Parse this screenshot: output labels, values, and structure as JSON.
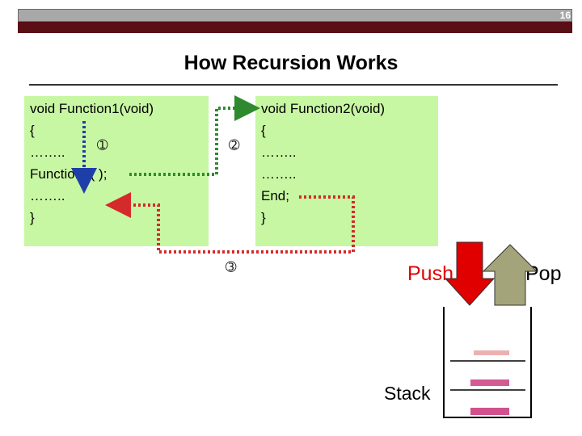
{
  "slide": {
    "number": "16",
    "title": "How Recursion Works"
  },
  "function1": {
    "lines": [
      "void Function1(void)",
      "{",
      "……..",
      "Function2( );",
      "……..",
      "}"
    ]
  },
  "function2": {
    "lines": [
      "void Function2(void)",
      "{",
      "……..",
      "……..",
      "End;",
      "}"
    ]
  },
  "markers": {
    "m1": "➀",
    "m2": "➁",
    "m3": "➂"
  },
  "stack": {
    "push_label": "Push",
    "pop_label": "Pop",
    "stack_label": "Stack"
  },
  "colors": {
    "box_fill": "#c8f7a3",
    "arrow_blue": "#1f3fa8",
    "arrow_green": "#2f8a2f",
    "arrow_red": "#d42a2a",
    "push_arrow": "#e00000",
    "pop_arrow": "#a4a47a",
    "header_maroon": "#5a0e16"
  },
  "icons": {
    "push": "push-arrow-icon",
    "pop": "pop-arrow-icon"
  }
}
